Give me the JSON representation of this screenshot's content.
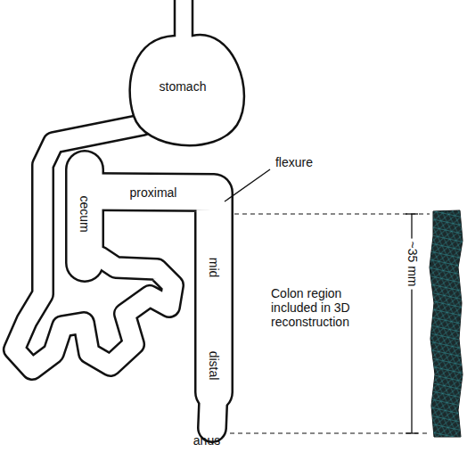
{
  "diagram": {
    "labels": [
      "stomach",
      "flexure",
      "cecum",
      "proximal",
      "mid",
      "distal",
      "Colon region included in 3D reconstruction",
      "~35 mm",
      "anus"
    ]
  }
}
